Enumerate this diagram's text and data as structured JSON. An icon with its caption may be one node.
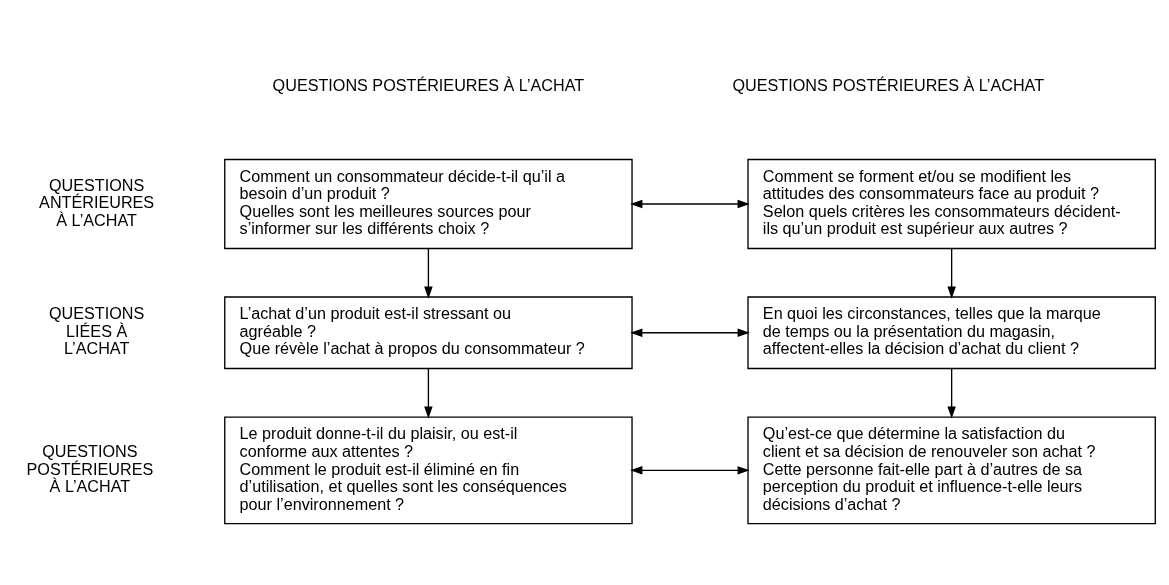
{
  "diagram": {
    "nodes": [
      {
        "text": [
          "Comment un consommateur décide-t-il qu’il a besoin d’un produit ?",
          "Quelles sont les meilleures sources pour s’informer sur les différents choix ?"
        ]
      },
      {
        "text": [
          "Comment se forment et/ou se modifient les attitudes des consommateurs face au produit ?",
          "Selon quels critères les consommateurs décident-ils qu’un produit est supérieur aux autres ?"
        ]
      },
      {
        "text": [
          "L’achat d’un produit est-il stressant ou agréable ?",
          "Que révèle l’achat à propos du consommateur ?"
        ]
      },
      {
        "text": [
          "En quoi les circonstances, telles que la marque de temps ou la présentation du magasin, affectent-elles la décision d’achat du client ?"
        ]
      },
      {
        "text": [
          "Le produit donne-t-il du plaisir, ou est-il conforme aux attentes ?",
          "Comment le produit est-il éliminé en fin d’utilisation, et quelles sont les conséquences pour l’environnement ?"
        ]
      },
      {
        "text": [
          "Qu’est-ce que détermine la satisfaction du client et sa décision de renouveler son achat ?",
          "Cette personne fait-elle part à d’autres de sa perception du produit et influence-t-elle leurs décisions d’achat ?"
        ]
      }
    ],
    "edges": [
      {
        "from": 0,
        "to": 1,
        "arrow": "both"
      },
      {
        "from": 0,
        "to": 2,
        "arrow": "to"
      },
      {
        "from": 1,
        "to": 3,
        "arrow": "to"
      },
      {
        "from": 2,
        "to": 3,
        "arrow": "both"
      },
      {
        "from": 2,
        "to": 4,
        "arrow": "to"
      },
      {
        "from": 3,
        "to": 5,
        "arrow": "to"
      },
      {
        "from": 4,
        "to": 5,
        "arrow": "both"
      }
    ],
    "labels": [
      "QUESTIONS POSTÉRIEURES À L’ACHAT",
      "QUESTIONS POSTÉRIEURES À L’ACHAT",
      "QUESTIONS ANTÉRIEURES À L’ACHAT",
      "QUESTIONS LIÉES À L’ACHAT",
      "QUESTIONS POSTÉRIEURES À L’ACHAT"
    ]
  }
}
